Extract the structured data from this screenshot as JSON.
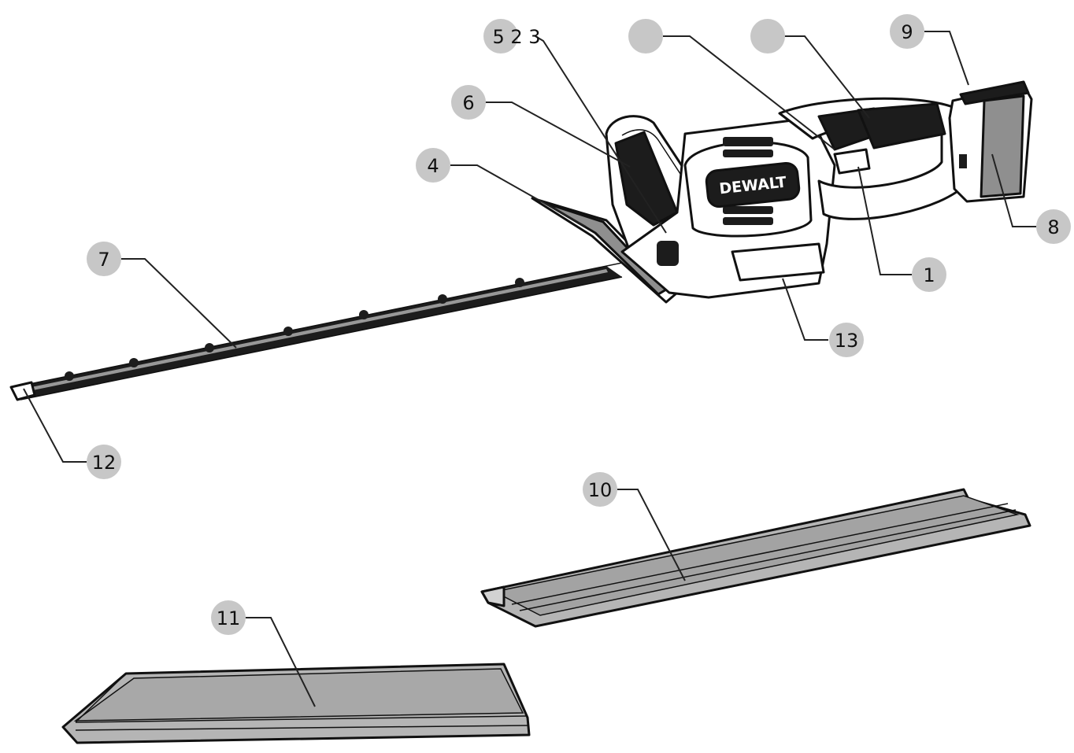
{
  "brand_logo": "DEWALT",
  "callouts": [
    {
      "id": "c-523",
      "label": "5 2 3"
    },
    {
      "id": "c-blank-a",
      "label": ""
    },
    {
      "id": "c-blank-b",
      "label": ""
    },
    {
      "id": "c-9",
      "label": "9"
    },
    {
      "id": "c-6",
      "label": "6"
    },
    {
      "id": "c-4",
      "label": "4"
    },
    {
      "id": "c-7",
      "label": "7"
    },
    {
      "id": "c-8",
      "label": "8"
    },
    {
      "id": "c-1",
      "label": "1"
    },
    {
      "id": "c-13",
      "label": "13"
    },
    {
      "id": "c-12",
      "label": "12"
    },
    {
      "id": "c-10",
      "label": "10"
    },
    {
      "id": "c-11",
      "label": "11"
    }
  ],
  "colors": {
    "callout_fill": "#c7c7c7",
    "line": "#111111",
    "sheath_fill": "#b5b5b5"
  }
}
